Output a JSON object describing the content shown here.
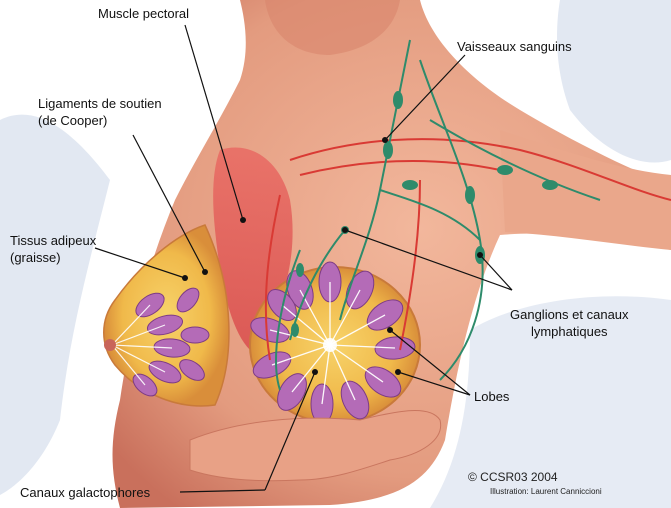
{
  "labels": {
    "muscle_pectoral": "Muscle pectoral",
    "vaisseaux": "Vaisseaux sanguins",
    "ligaments_line1": "Ligaments de soutien",
    "ligaments_line2": "(de Cooper)",
    "tissus_line1": "Tissus adipeux",
    "tissus_line2": "(graisse)",
    "ganglions_line1": "Ganglions et canaux",
    "ganglions_line2": "lymphatiques",
    "lobes": "Lobes",
    "canaux": "Canaux galactophores"
  },
  "credit": {
    "copyright": "© CCSR03 2004",
    "illustration": "Illustration: Laurent Canniccioni"
  },
  "colors": {
    "background_wash": "#dfe6f1",
    "skin": "#e9a184",
    "skin_shadow": "#cf7560",
    "muscle": "#e35f5c",
    "fat": "#f2c14e",
    "lobe": "#b46bb7",
    "vessel_red": "#d93a34",
    "lymph_green": "#2e8b6b",
    "leader_line": "#111111"
  }
}
